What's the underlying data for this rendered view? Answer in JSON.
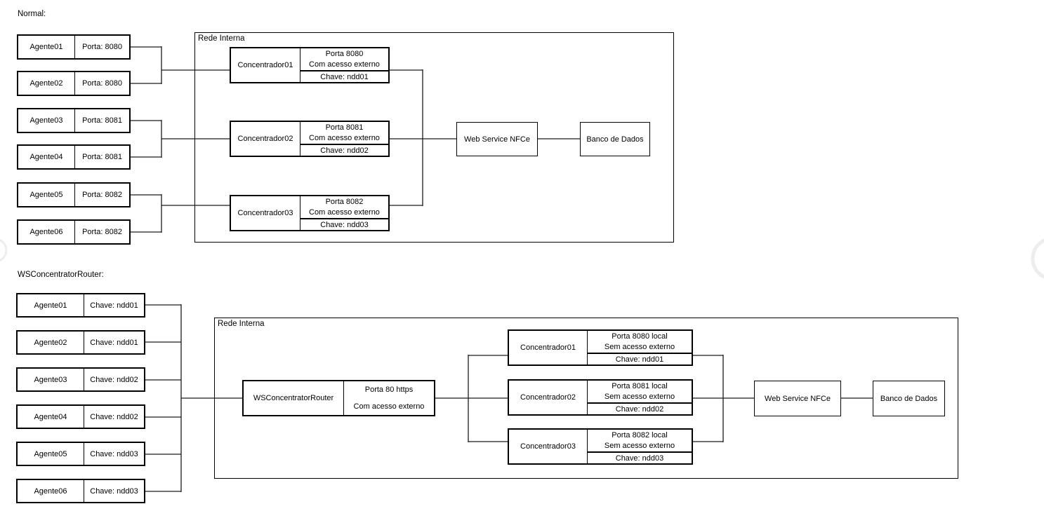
{
  "canvas": {
    "background": "#ffffff",
    "line_color": "#1a1a1a"
  },
  "normal": {
    "title": "Normal:",
    "network_label": "Rede Interna",
    "agents": [
      {
        "name": "Agente01",
        "detail": "Porta: 8080"
      },
      {
        "name": "Agente02",
        "detail": "Porta: 8080"
      },
      {
        "name": "Agente03",
        "detail": "Porta: 8081"
      },
      {
        "name": "Agente04",
        "detail": "Porta: 8081"
      },
      {
        "name": "Agente05",
        "detail": "Porta: 8082"
      },
      {
        "name": "Agente06",
        "detail": "Porta: 8082"
      }
    ],
    "concentrators": [
      {
        "name": "Concentrador01",
        "port": "Porta 8080",
        "access": "Com acesso externo",
        "key": "Chave: ndd01"
      },
      {
        "name": "Concentrador02",
        "port": "Porta 8081",
        "access": "Com acesso externo",
        "key": "Chave: ndd02"
      },
      {
        "name": "Concentrador03",
        "port": "Porta 8082",
        "access": "Com acesso externo",
        "key": "Chave: ndd03"
      }
    ],
    "webservice": "Web Service NFCe",
    "database": "Banco de Dados"
  },
  "router_diagram": {
    "title": "WSConcentratorRouter:",
    "network_label": "Rede Interna",
    "agents": [
      {
        "name": "Agente01",
        "detail": "Chave: ndd01"
      },
      {
        "name": "Agente02",
        "detail": "Chave: ndd01"
      },
      {
        "name": "Agente03",
        "detail": "Chave: ndd02"
      },
      {
        "name": "Agente04",
        "detail": "Chave: ndd02"
      },
      {
        "name": "Agente05",
        "detail": "Chave: ndd03"
      },
      {
        "name": "Agente06",
        "detail": "Chave: ndd03"
      }
    ],
    "router": {
      "name": "WSConcentratorRouter",
      "port": "Porta 80 https",
      "access": "Com acesso externo"
    },
    "concentrators": [
      {
        "name": "Concentrador01",
        "port": "Porta 8080 local",
        "access": "Sem acesso externo",
        "key": "Chave: ndd01"
      },
      {
        "name": "Concentrador02",
        "port": "Porta 8081 local",
        "access": "Sem acesso externo",
        "key": "Chave: ndd02"
      },
      {
        "name": "Concentrador03",
        "port": "Porta 8082 local",
        "access": "Sem acesso externo",
        "key": "Chave: ndd03"
      }
    ],
    "webservice": "Web Service NFCe",
    "database": "Banco de Dados"
  }
}
